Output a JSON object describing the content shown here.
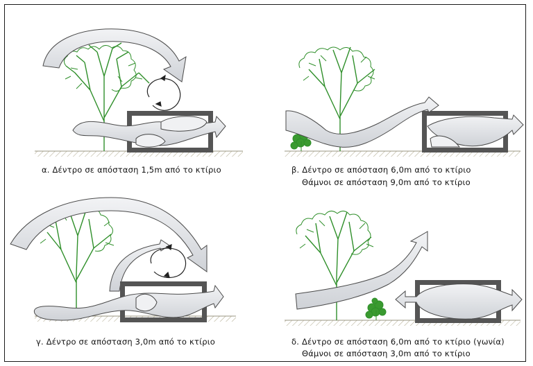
{
  "panels": [
    {
      "id": "a",
      "caption": "α. Δέντρο σε απόσταση 1,5m από το κτίριο",
      "caption2": ""
    },
    {
      "id": "b",
      "caption": "β. Δέντρο σε απόσταση 6,0m από το κτίριο",
      "caption2": "Θάμνοι σε απόσταση 9,0m από το κτίριο"
    },
    {
      "id": "c",
      "caption": "γ. Δέντρο σε απόσταση 3,0m από το κτίριο",
      "caption2": ""
    },
    {
      "id": "d",
      "caption": "δ. Δέντρο σε απόσταση 6,0m από το κτίριο (γωνία)",
      "caption2": "Θάμνοι σε απόσταση 3,0m από το κτίριο"
    }
  ],
  "colors": {
    "foliage": "#2f8f2a",
    "trunk": "#3c7d2f",
    "arrow_fill": "#e4e6ea",
    "arrow_stroke": "#4a4a4a",
    "building": "#555555",
    "ground": "#c8c3a8"
  }
}
